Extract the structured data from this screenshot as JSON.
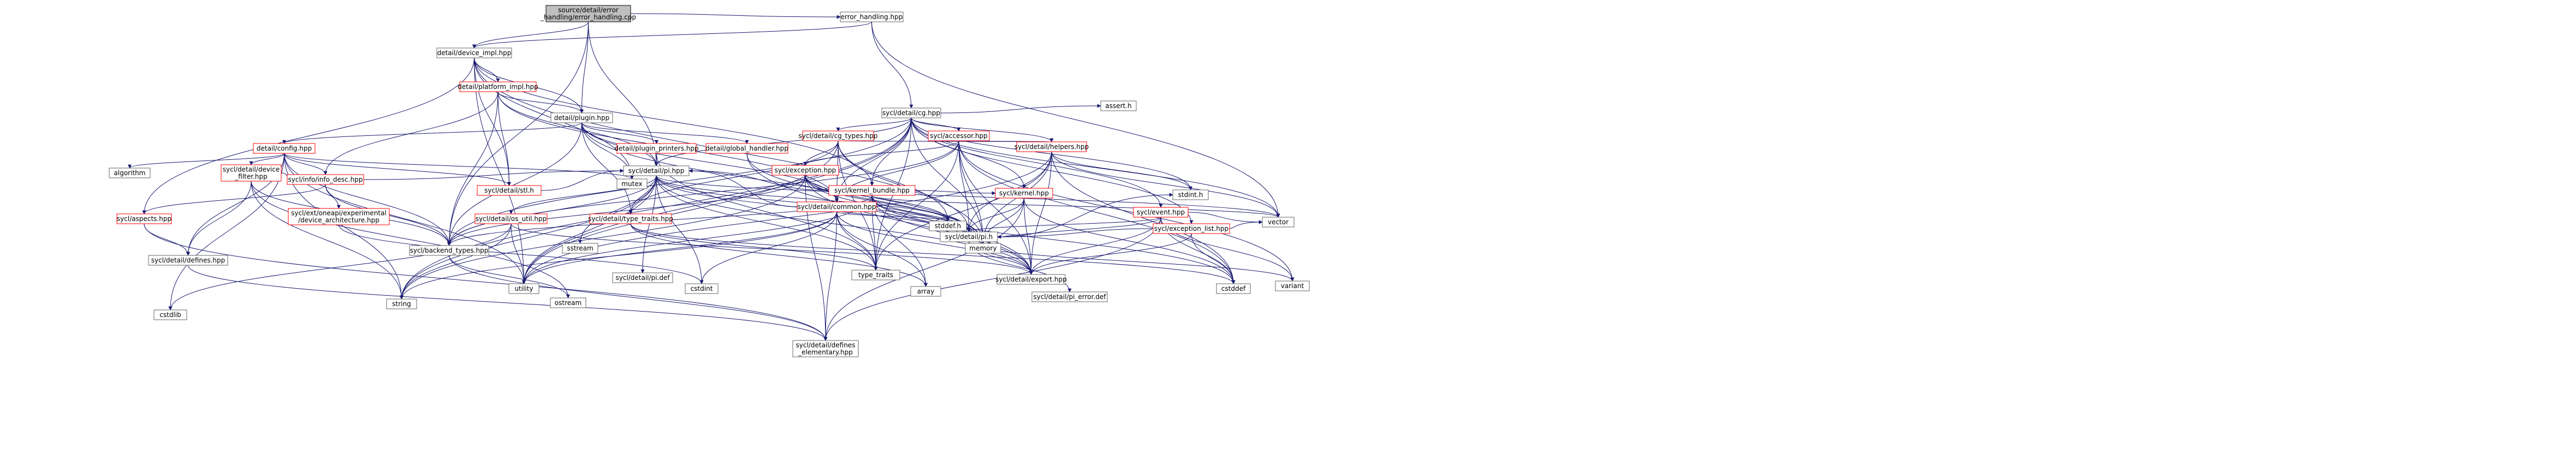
{
  "title": "source/detail/error_handling/error_handling.cpp",
  "colors": {
    "node_border": "#666666",
    "node_border_truncated": "#ff0000",
    "root_fill": "#bfbfbf",
    "edge": "#191970"
  },
  "nodes": {
    "root": [
      "source/detail/error",
      "_handling/error_handling.cpp"
    ],
    "error_handling": [
      "error_handling.hpp"
    ],
    "device_impl": [
      "detail/device_impl.hpp"
    ],
    "platform_impl": [
      "detail/platform_impl.hpp"
    ],
    "plugin": [
      "detail/plugin.hpp"
    ],
    "config": [
      "detail/config.hpp"
    ],
    "plugin_printers": [
      "detail/plugin_printers.hpp"
    ],
    "global_handler": [
      "detail/global_handler.hpp"
    ],
    "device_filter": [
      "sycl/detail/device",
      "_filter.hpp"
    ],
    "info_desc": [
      "sycl/info/info_desc.hpp"
    ],
    "aspects": [
      "sycl/aspects.hpp"
    ],
    "defines": [
      "sycl/detail/defines.hpp"
    ],
    "oneapi_arch": [
      "sycl/ext/oneapi/experimental",
      "/device_architecture.hpp"
    ],
    "backend_types": [
      "sycl/backend_types.hpp"
    ],
    "stl": [
      "sycl/detail/stl.h"
    ],
    "pi_hpp": [
      "sycl/detail/pi.hpp"
    ],
    "os_util": [
      "sycl/detail/os_util.hpp"
    ],
    "type_traits_hpp": [
      "sycl/detail/type_traits.hpp"
    ],
    "cg": [
      "sycl/detail/cg.hpp"
    ],
    "cg_types": [
      "sycl/detail/cg_types.hpp"
    ],
    "exception": [
      "sycl/exception.hpp"
    ],
    "accessor": [
      "sycl/accessor.hpp"
    ],
    "kernel_bundle": [
      "sycl/kernel_bundle.hpp"
    ],
    "helpers": [
      "sycl/detail/helpers.hpp"
    ],
    "common": [
      "sycl/detail/common.hpp"
    ],
    "kernel": [
      "sycl/kernel.hpp"
    ],
    "event": [
      "sycl/event.hpp"
    ],
    "exception_list": [
      "sycl/exception_list.hpp"
    ],
    "pi_h": [
      "sycl/detail/pi.h"
    ],
    "export": [
      "sycl/detail/export.hpp"
    ],
    "pi_def": [
      "sycl/detail/pi.def"
    ],
    "pi_error_def": [
      "sycl/detail/pi_error.def"
    ],
    "defines_elementary": [
      "sycl/detail/defines",
      "_elementary.hpp"
    ],
    "algorithm": [
      "algorithm"
    ],
    "mutex": [
      "mutex"
    ],
    "cstdlib": [
      "cstdlib"
    ],
    "sstream": [
      "sstream"
    ],
    "string": [
      "string"
    ],
    "utility": [
      "utility"
    ],
    "ostream": [
      "ostream"
    ],
    "cstdint": [
      "cstdint"
    ],
    "array": [
      "array"
    ],
    "type_traits": [
      "type_traits"
    ],
    "memory": [
      "memory"
    ],
    "stddef": [
      "stddef.h"
    ],
    "cassert": [
      "assert.h"
    ],
    "stdint": [
      "stdint.h"
    ],
    "vector": [
      "vector"
    ],
    "cstddef": [
      "cstddef"
    ],
    "variant": [
      "variant"
    ]
  }
}
